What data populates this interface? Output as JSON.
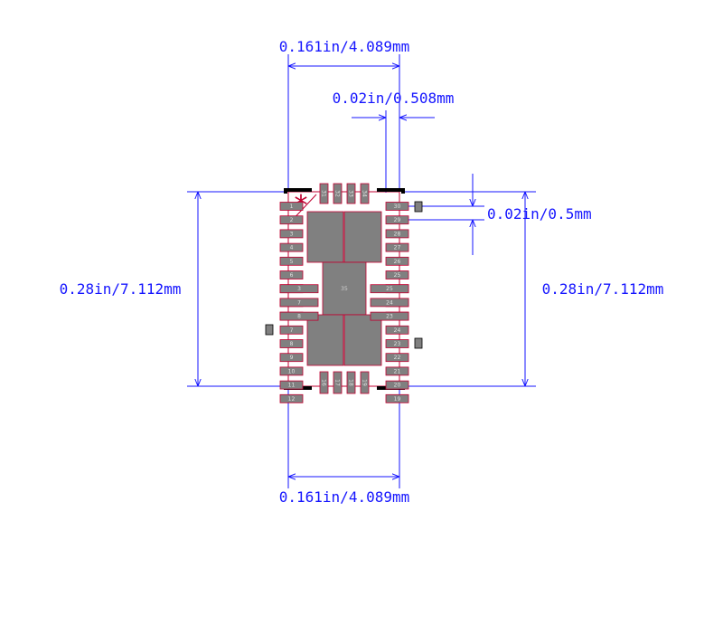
{
  "dimensions": {
    "top_width": "0.161in/4.089mm",
    "pitch": "0.02in/0.508mm",
    "pad_gap": "0.02in/0.5mm",
    "left_height": "0.28in/7.112mm",
    "right_height": "0.28in/7.112mm",
    "bottom_width": "0.161in/4.089mm"
  },
  "pin1_marker": "*",
  "thermal_pad_label": "35",
  "pins": {
    "top": [
      "31",
      "32",
      "33",
      "34"
    ],
    "bottom": [
      "16",
      "17",
      "18",
      "19"
    ],
    "left_outer": [
      "1",
      "2",
      "3",
      "4",
      "5",
      "6",
      "",
      "",
      "",
      "7",
      "8",
      "9",
      "10",
      "11",
      "12"
    ],
    "left_inner": [
      "3",
      "7",
      "8"
    ],
    "right_outer": [
      "30",
      "29",
      "28",
      "27",
      "26",
      "25",
      "",
      "",
      "",
      "24",
      "23",
      "22",
      "21",
      "20",
      "19"
    ],
    "right_inner": [
      "25",
      "24",
      "23"
    ]
  },
  "colors": {
    "dimension": "#1515ff",
    "pad": "#808080",
    "outline": "#c00030",
    "courtyard": "#000000"
  }
}
